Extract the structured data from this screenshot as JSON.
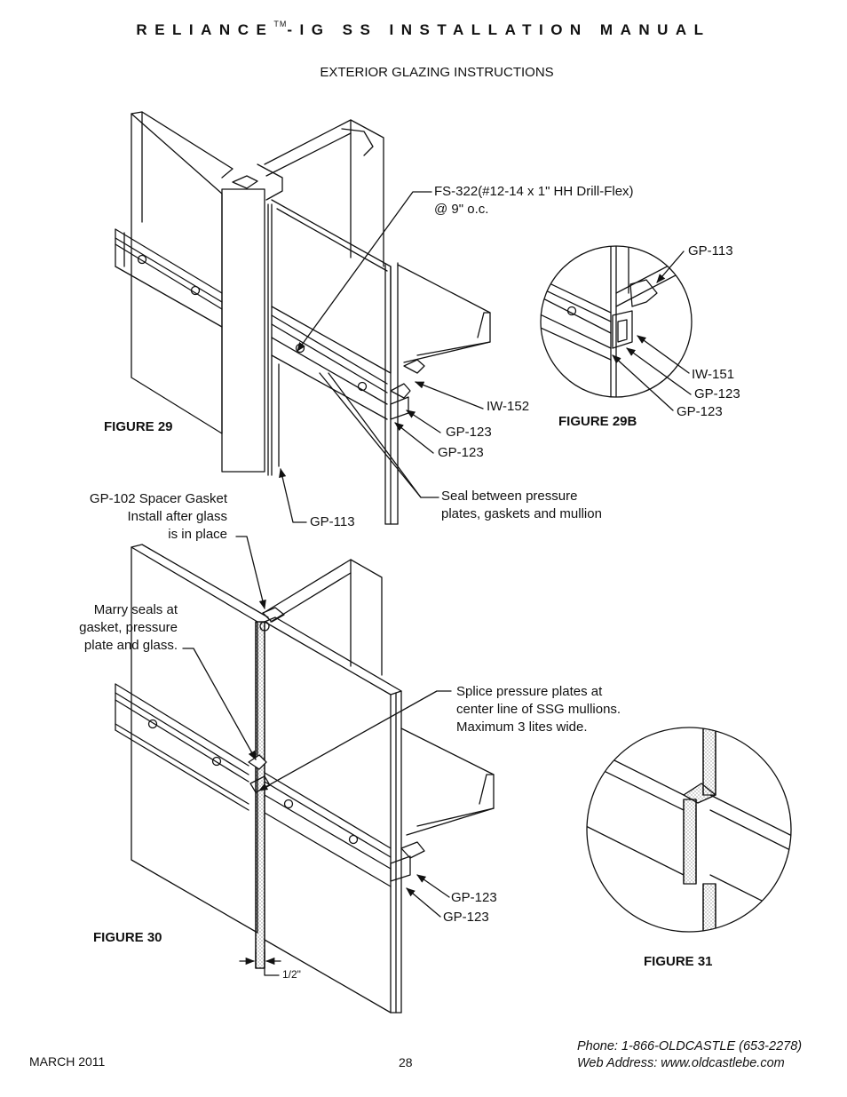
{
  "header": {
    "title_pre": "RELIANCE",
    "tm": "TM",
    "title_post": "-IG SS INSTALLATION MANUAL"
  },
  "subtitle": "EXTERIOR GLAZING INSTRUCTIONS",
  "figure29": {
    "caption": "FIGURE 29",
    "fastener_line1": "FS-322(#12-14 x 1\" HH Drill-Flex)",
    "fastener_line2": "@ 9\" o.c.",
    "iw152": "IW-152",
    "gp123_a": "GP-123",
    "gp123_b": "GP-123",
    "seal_line1": "Seal between pressure",
    "seal_line2": "plates, gaskets and mullion",
    "gp113": "GP-113"
  },
  "figure29b": {
    "caption": "FIGURE 29B",
    "gp113": "GP-113",
    "iw151": "IW-151",
    "gp123_a": "GP-123",
    "gp123_b": "GP-123"
  },
  "figure30": {
    "caption": "FIGURE 30",
    "spacer_line1": "GP-102 Spacer Gasket",
    "spacer_line2": "Install after glass",
    "spacer_line3": "is in place",
    "marry_line1": "Marry seals at",
    "marry_line2": "gasket, pressure",
    "marry_line3": "plate and glass.",
    "splice_line1": "Splice pressure plates at",
    "splice_line2": "center line of SSG mullions.",
    "splice_line3": "Maximum 3 lites wide.",
    "gp123_a": "GP-123",
    "gp123_b": "GP-123",
    "dim": "1/2\""
  },
  "figure31": {
    "caption": "FIGURE 31"
  },
  "footer": {
    "date": "MARCH 2011",
    "page": "28",
    "phone": "Phone: 1-866-OLDCASTLE (653-2278)",
    "web": "Web Address: www.oldcastlebe.com"
  }
}
